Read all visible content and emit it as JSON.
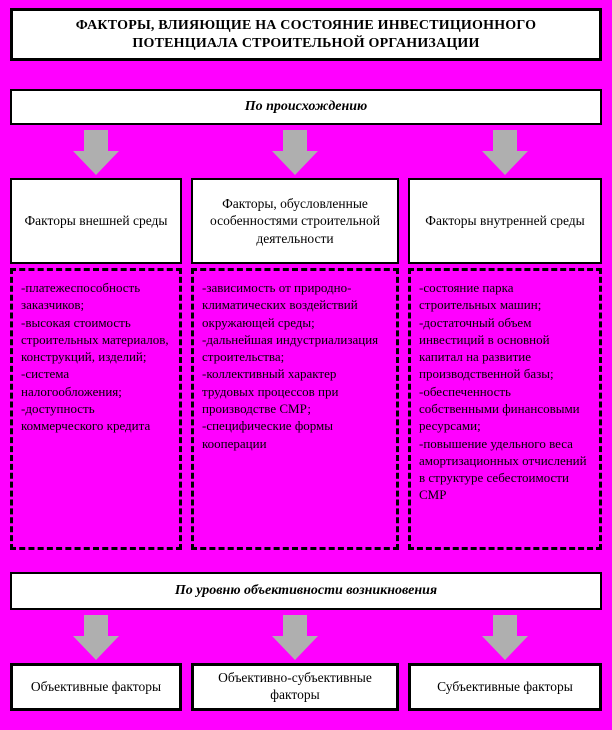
{
  "title": "ФАКТОРЫ, ВЛИЯЮЩИЕ НА СОСТОЯНИЕ ИНВЕСТИЦИОННОГО ПОТЕНЦИАЛА СТРОИТЕЛЬНОЙ ОРГАНИЗАЦИИ",
  "section_origin": {
    "header": "По происхождению",
    "columns": [
      {
        "heading": "Факторы внешней среды",
        "items": [
          "-платежеспособность заказчиков;",
          "-высокая стоимость строительных материалов, конструкций, изделий;",
          "-система налогообложения;",
          "-доступность коммерческого кредита"
        ]
      },
      {
        "heading": "Факторы, обусловленные особенностями строительной деятельности",
        "items": [
          "-зависимость от природно-климатических воздействий окружающей среды;",
          "-дальнейшая индустриализация строительства;",
          "-коллективный характер трудовых процессов при производстве СМР;",
          "-специфические формы кооперации"
        ]
      },
      {
        "heading": "Факторы внутренней среды",
        "items": [
          "-состояние парка строительных машин;",
          "-достаточный объем инвестиций в основной капитал на развитие производственной базы;",
          "-обеспеченность собственными финансовыми ресурсами;",
          "-повышение удельного веса амортизационных отчислений в структуре себестоимости СМР"
        ]
      }
    ]
  },
  "section_objectivity": {
    "header": "По уровню объективности возникновения",
    "boxes": [
      "Объективные факторы",
      "Объективно-субъективные факторы",
      "Субъективные факторы"
    ]
  },
  "colors": {
    "background": "#FF00FF",
    "box_background": "#FFFFFF",
    "border": "#000000",
    "arrow": "#AFAFAF"
  }
}
